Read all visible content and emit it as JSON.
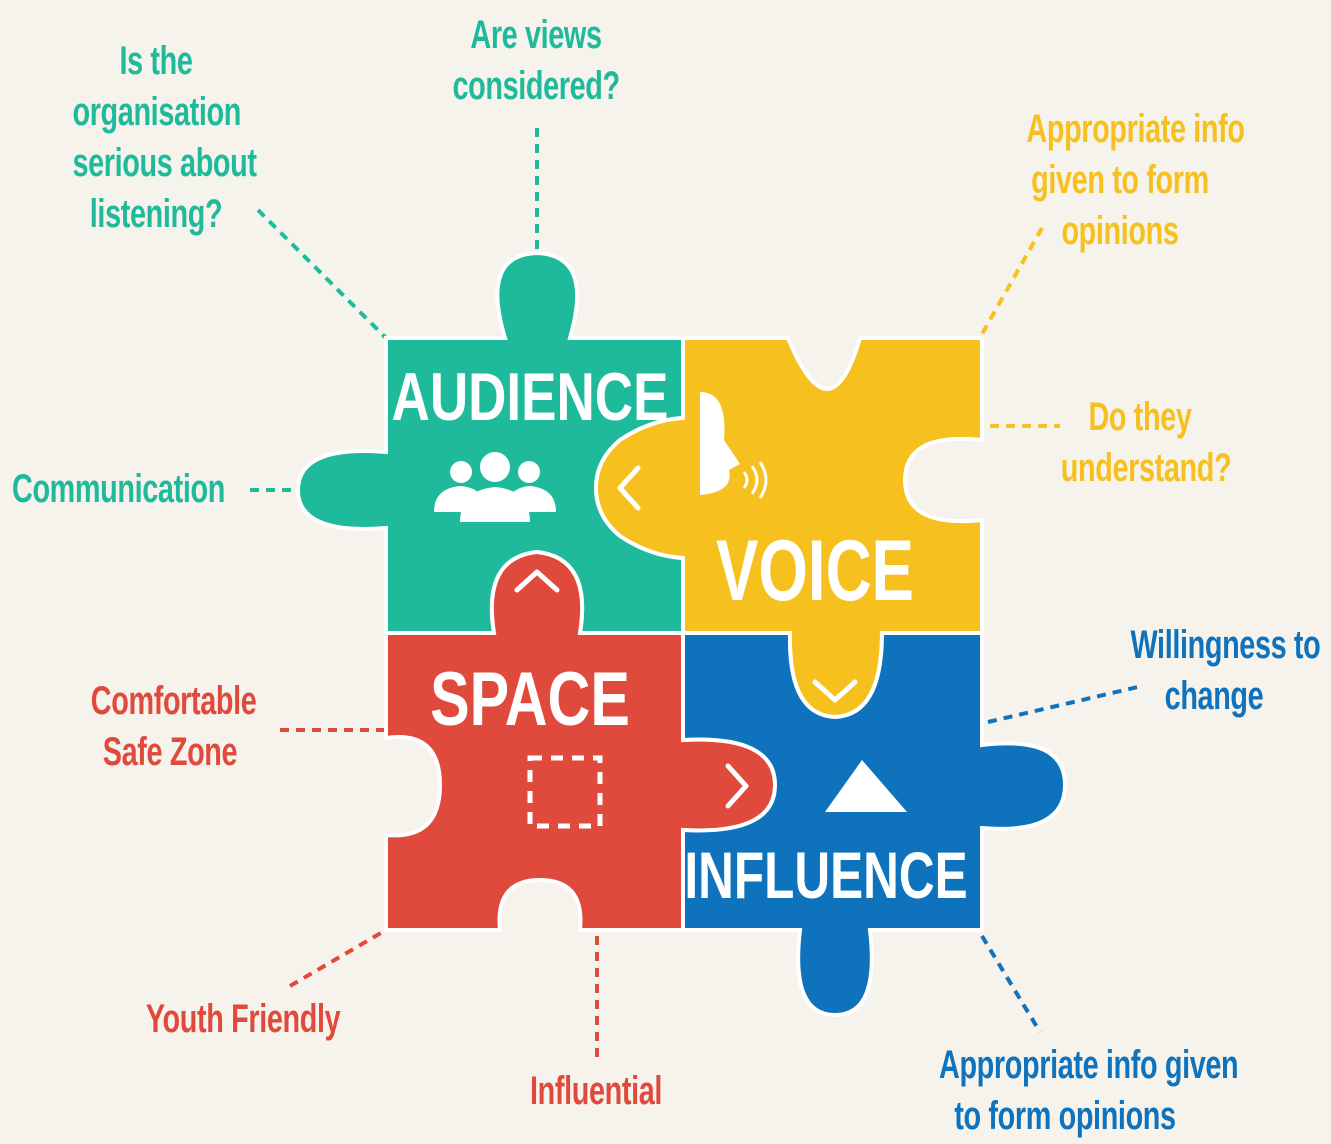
{
  "colors": {
    "background": "#f6f3ec",
    "audience": "#1fba9c",
    "voice": "#f6c01e",
    "space": "#e04a3c",
    "influence": "#0f72bc"
  },
  "pieces": {
    "audience": {
      "title": "AUDIENCE",
      "icon": "people-group-icon"
    },
    "voice": {
      "title": "VOICE",
      "icon": "speaking-head-icon"
    },
    "space": {
      "title": "SPACE",
      "icon": "dashed-square-icon"
    },
    "influence": {
      "title": "INFLUENCE",
      "icon": "triangle-up-icon"
    }
  },
  "annotations": {
    "serious_listening": [
      "Is the",
      "organisation",
      "serious about",
      "listening?"
    ],
    "views_considered": [
      "Are views",
      "considered?"
    ],
    "communication": [
      "Communication"
    ],
    "appropriate_info_voice": [
      "Appropriate info",
      "given to form",
      "opinions"
    ],
    "understand": [
      "Do they",
      "understand?"
    ],
    "willingness": [
      "Willingness to",
      "change"
    ],
    "safe_zone": [
      "Comfortable",
      "Safe Zone"
    ],
    "youth_friendly": [
      "Youth Friendly"
    ],
    "influential": [
      "Influential"
    ],
    "appropriate_info_influence": [
      "Appropriate info given",
      "to form opinions"
    ]
  }
}
